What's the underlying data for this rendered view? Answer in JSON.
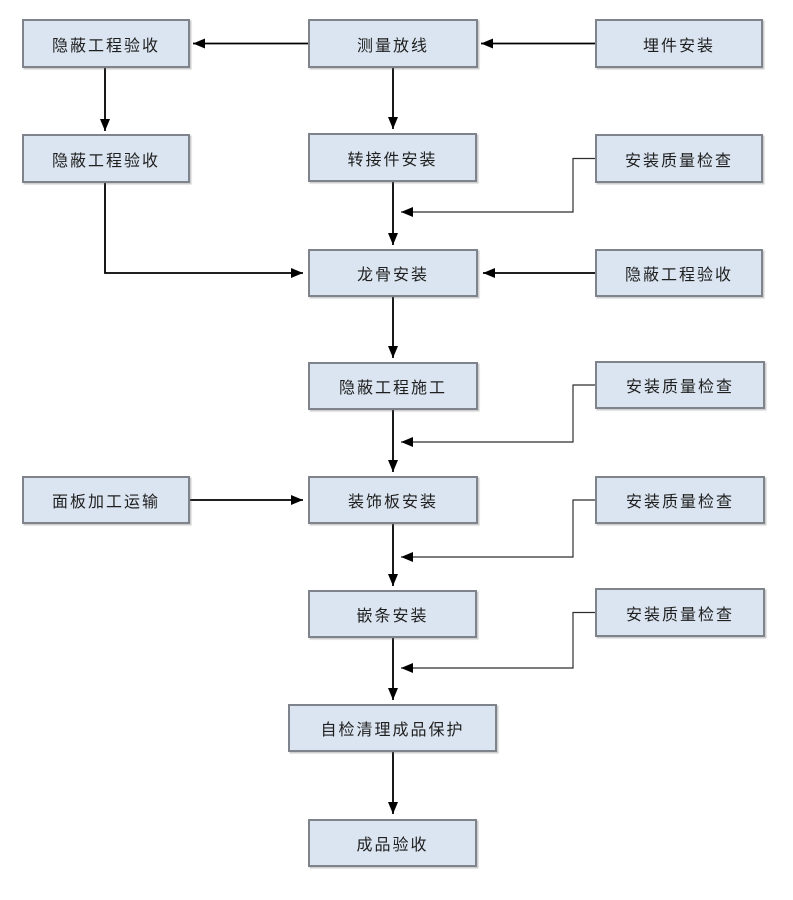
{
  "diagram": {
    "type": "flowchart",
    "background": "#ffffff",
    "colors": {
      "box_fill": "#dbe5f1",
      "box_border": "#7f848c",
      "connector_line": "#000000",
      "text": "#1f1f1f"
    },
    "nodes": [
      {
        "label": "隐蔽工程验收"
      },
      {
        "label": "测量放线"
      },
      {
        "label": "埋件安装"
      },
      {
        "label": "隐蔽工程验收"
      },
      {
        "label": "转接件安装"
      },
      {
        "label": "安装质量检查"
      },
      {
        "label": "龙骨安装"
      },
      {
        "label": "隐蔽工程验收"
      },
      {
        "label": "隐蔽工程施工"
      },
      {
        "label": "安装质量检查"
      },
      {
        "label": "面板加工运输"
      },
      {
        "label": "装饰板安装"
      },
      {
        "label": "安装质量检查"
      },
      {
        "label": "嵌条安装"
      },
      {
        "label": "安装质量检查"
      },
      {
        "label": "自检清理成品保护"
      },
      {
        "label": "成品验收"
      }
    ],
    "edges": [
      {
        "from": 2,
        "to": 1
      },
      {
        "from": 1,
        "to": 0
      },
      {
        "from": 0,
        "to": 3
      },
      {
        "from": 1,
        "to": 4
      },
      {
        "from": 4,
        "to": 6
      },
      {
        "from": 5,
        "to": 6
      },
      {
        "from": 3,
        "to": 6
      },
      {
        "from": 7,
        "to": 6
      },
      {
        "from": 6,
        "to": 8
      },
      {
        "from": 8,
        "to": 11
      },
      {
        "from": 9,
        "to": 11
      },
      {
        "from": 10,
        "to": 11
      },
      {
        "from": 11,
        "to": 13
      },
      {
        "from": 12,
        "to": 13
      },
      {
        "from": 13,
        "to": 15
      },
      {
        "from": 14,
        "to": 15
      },
      {
        "from": 15,
        "to": 16
      }
    ]
  }
}
